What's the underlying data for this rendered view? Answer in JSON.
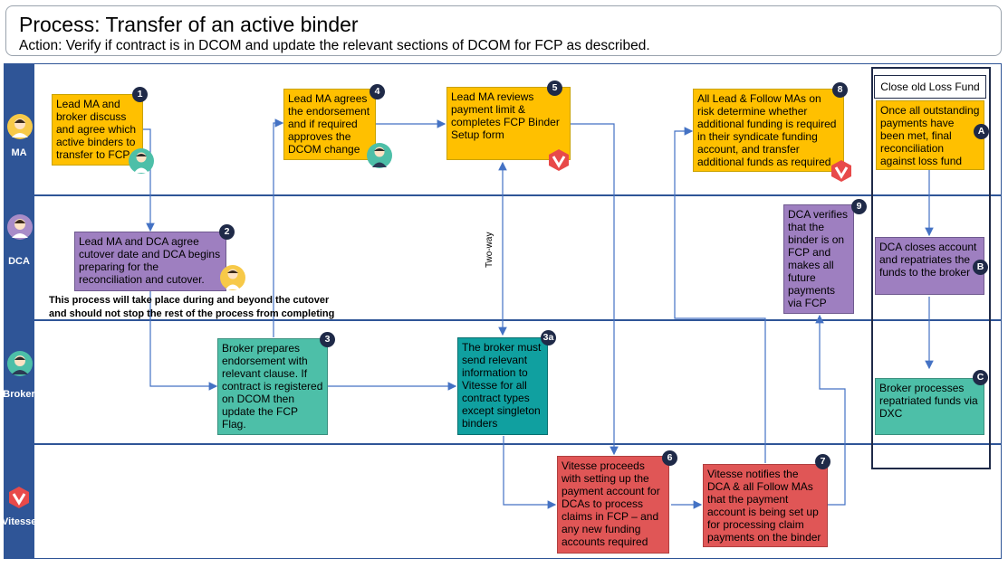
{
  "header": {
    "title": "Process: Transfer of an active binder",
    "subtitle": "Action: Verify if contract is in DCOM and update the relevant sections of DCOM for FCP as described."
  },
  "lanes": {
    "ma": "MA",
    "dca": "DCA",
    "broker": "Broker",
    "vitesse": "Vitesse"
  },
  "close_fund": {
    "title": "Close old Loss Fund"
  },
  "steps": {
    "s1": {
      "num": "1",
      "text": "Lead MA and broker discuss and agree which active binders to transfer to FCP"
    },
    "s2": {
      "num": "2",
      "text": "Lead MA and DCA agree cutover date and DCA begins preparing for the reconciliation and cutover."
    },
    "s3": {
      "num": "3",
      "text": "Broker prepares endorsement with relevant clause. If contract is registered on DCOM then update the FCP Flag."
    },
    "s3a": {
      "num": "3a",
      "text": "The broker must send relevant information to Vitesse for all contract types except singleton binders"
    },
    "s4": {
      "num": "4",
      "text": "Lead MA agrees the endorsement and if required approves the DCOM change"
    },
    "s5": {
      "num": "5",
      "text": "Lead MA reviews payment limit & completes FCP Binder Setup form"
    },
    "s6": {
      "num": "6",
      "text": "Vitesse proceeds with setting up the payment account for DCAs to process claims in FCP – and any new funding accounts required"
    },
    "s7": {
      "num": "7",
      "text": "Vitesse notifies the DCA & all Follow MAs that the payment account is being set up for processing claim payments on the binder"
    },
    "s8": {
      "num": "8",
      "text": "All Lead & Follow MAs on risk determine whether additional funding is required in their syndicate funding account, and transfer additional funds as required"
    },
    "s9": {
      "num": "9",
      "text": "DCA verifies that the binder is on FCP and makes all future payments via FCP"
    },
    "sA": {
      "num": "A",
      "text": "Once all outstanding payments have been met, final reconciliation against loss fund completed"
    },
    "sB": {
      "num": "B",
      "text": "DCA closes account and repatriates the funds to the broker"
    },
    "sC": {
      "num": "C",
      "text": "Broker processes repatriated funds via DXC"
    }
  },
  "note": "This process will take place during and beyond the cutover and should not stop the rest of the process from completing",
  "two_way_label": "Two-way",
  "colors": {
    "lane_blue": "#2f5597",
    "yellow": "#ffc000",
    "purple": "#9e7fc0",
    "teal": "#4dbfa8",
    "dark_teal": "#10a0a0",
    "red": "#e05656",
    "vitesse_red": "#e84a4a",
    "arrow": "#4472c4"
  }
}
